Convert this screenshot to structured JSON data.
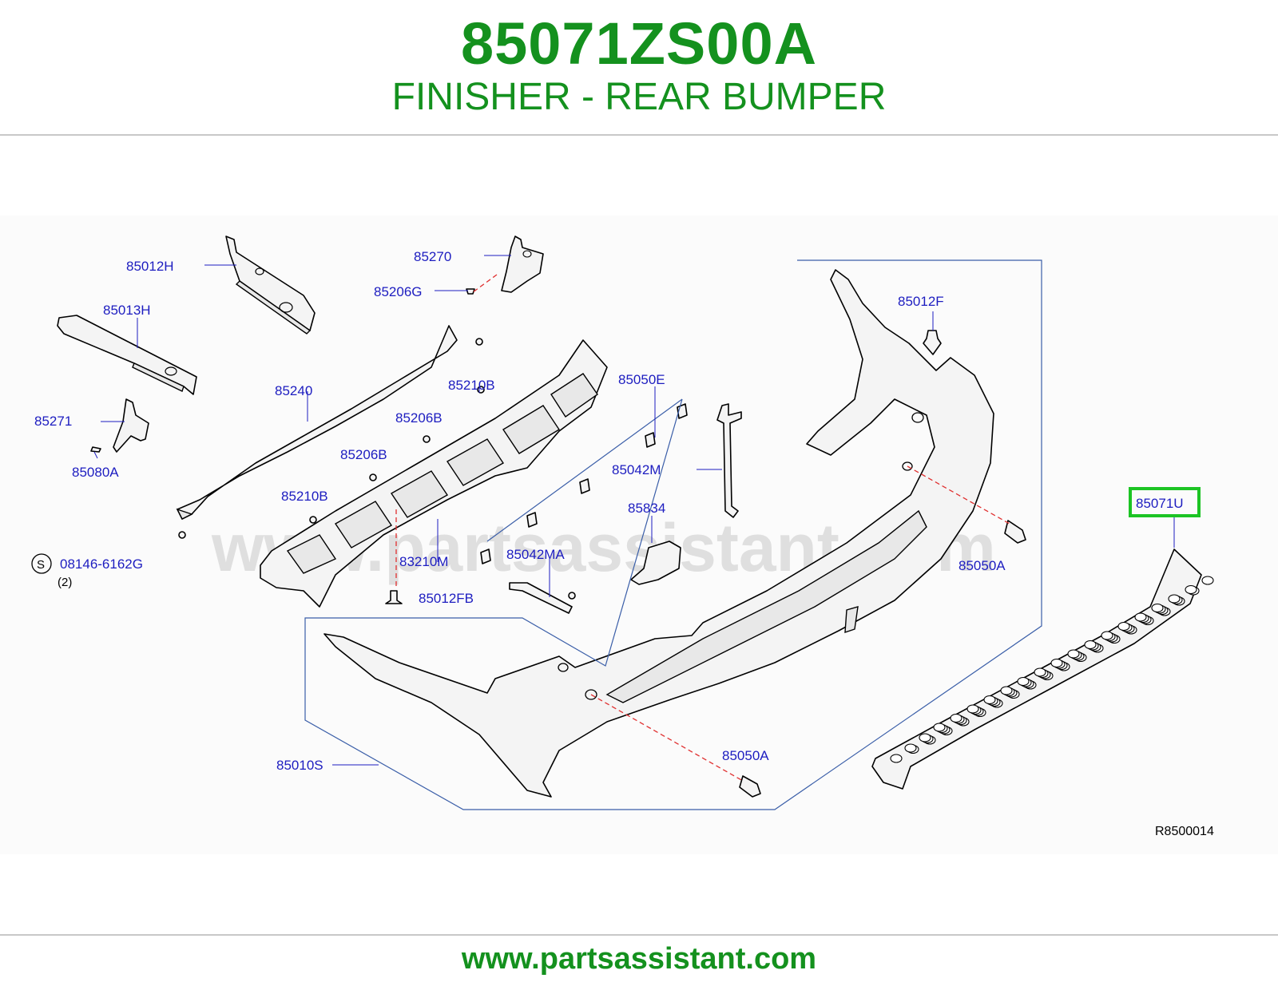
{
  "header": {
    "part_number": "85071ZS00A",
    "part_title": "FINISHER - REAR BUMPER"
  },
  "diagram": {
    "labels": {
      "l_85012H": "85012H",
      "l_85270": "85270",
      "l_85206G": "85206G",
      "l_85013H": "85013H",
      "l_85240": "85240",
      "l_85210B_a": "85210B",
      "l_85206B_a": "85206B",
      "l_85206B_b": "85206B",
      "l_85271": "85271",
      "l_85080A": "85080A",
      "l_85210B_b": "85210B",
      "l_08146": "08146-6162G",
      "l_qty": "(2)",
      "l_circle_s": "S",
      "l_83210M": "83210M",
      "l_85012FB": "85012FB",
      "l_85042MA": "85042MA",
      "l_85050E": "85050E",
      "l_85042M": "85042M",
      "l_85834": "85834",
      "l_85012F": "85012F",
      "l_85050A_a": "85050A",
      "l_85050A_b": "85050A",
      "l_85010S": "85010S",
      "l_85071U": "85071U"
    },
    "highlighted_part": "85071U",
    "highlight_color": "#1cc424",
    "diagram_code": "R8500014",
    "watermark": "www.partsassistant.com"
  },
  "footer": {
    "url": "www.partsassistant.com"
  },
  "colors": {
    "brand_green": "#14911e",
    "label_blue": "#1d1dc0"
  }
}
